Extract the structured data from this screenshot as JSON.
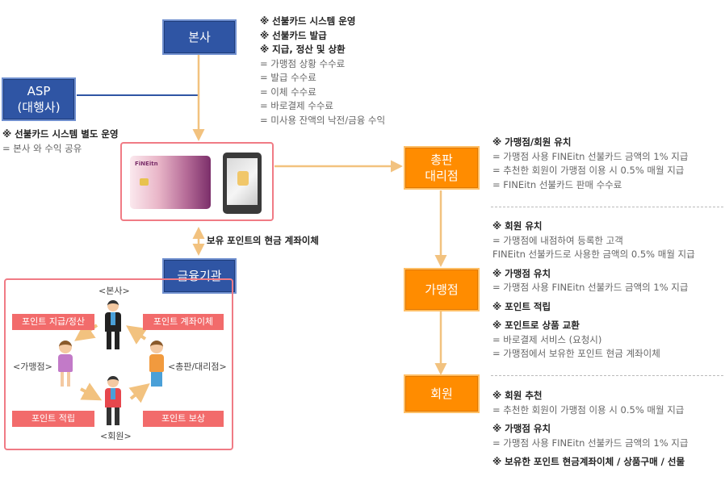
{
  "boxes": {
    "hq": "본사",
    "asp_line1": "ASP",
    "asp_line2": "(대행사)",
    "finance": "금융기관",
    "distributor_line1": "총판",
    "distributor_line2": "대리점",
    "merchant": "가맹점",
    "member": "회원"
  },
  "card": {
    "brand": "FiNEitn"
  },
  "hq_notes": [
    {
      "text": "※ 선불카드 시스템 운영",
      "bold": true
    },
    {
      "text": "※ 선불카드 발급",
      "bold": true
    },
    {
      "text": "※ 지급, 정산 및 상환",
      "bold": true
    },
    {
      "text": "= 가맹점 상황 수수료",
      "bold": false
    },
    {
      "text": "= 발급 수수료",
      "bold": false
    },
    {
      "text": "= 이체 수수료",
      "bold": false
    },
    {
      "text": "= 바로결제 수수료",
      "bold": false
    },
    {
      "text": "= 미사용 잔액의 낙전/금융 수익",
      "bold": false
    }
  ],
  "asp_notes": [
    {
      "text": "※ 선불카드 시스템  별도 운영",
      "bold": true
    },
    {
      "text": "= 본사 와 수익 공유",
      "bold": false
    }
  ],
  "transfer_label": "보유 포인트의 현금 계좌이체",
  "distributor_notes": [
    {
      "text": "※ 가맹점/회원 유치",
      "bold": true
    },
    {
      "text": "= 가맹점 사용 FINEitn 선불카드 금액의 1% 지급",
      "bold": false
    },
    {
      "text": "= 추천한 회원이 가맹점 이용 시 0.5% 매월 지급",
      "bold": false
    },
    {
      "text": "=  FINEitn 선불카드 판매 수수료",
      "bold": false
    }
  ],
  "merchant_notes": [
    {
      "text": "※ 회원 유치",
      "bold": true
    },
    {
      "text": "= 가맹점에 내점하여 등록한 고객",
      "bold": false
    },
    {
      "text": "   FINEitn 선불카드로 사용한 금액의 0.5% 매월 지급",
      "bold": false
    },
    {
      "text": "※ 가맹점 유치",
      "bold": true
    },
    {
      "text": "= 가맹점 사용 FINEitn 선불카드 금액의 1% 지급",
      "bold": false
    },
    {
      "text": "※ 포인트 적립",
      "bold": true
    },
    {
      "text": "※ 포인트로 상품 교환",
      "bold": true
    },
    {
      "text": "= 바로결제 서비스 (요청시)",
      "bold": false
    },
    {
      "text": "= 가맹점에서 보유한 포인트 현금 계좌이체",
      "bold": false
    }
  ],
  "member_notes": [
    {
      "text": "※ 회원 추천",
      "bold": true
    },
    {
      "text": "= 추천한 회원이 가맹점 이용 시 0.5% 매월 지급",
      "bold": false
    },
    {
      "text": "※ 가맹점 유치",
      "bold": true
    },
    {
      "text": "= 가맹점 사용 FINEitn 선불카드 금액의 1% 지급",
      "bold": false
    },
    {
      "text": "※ 보유한 포인트 현금계좌이체 / 상품구매 / 선물",
      "bold": true
    }
  ],
  "flow": {
    "labels": {
      "hq": "<본사>",
      "merchant": "<가맹점>",
      "distributor": "<총판/대리점>",
      "member": "<회원>"
    },
    "pills": {
      "pay_settle": "포인트 지급/정산",
      "transfer": "포인트 계좌이체",
      "accumulate": "포인트 적립",
      "reward": "포인트 보상"
    }
  },
  "colors": {
    "navy": "#2f55a4",
    "orange": "#ff8c00",
    "pink_border": "#f07b85",
    "arrow": "#f2c27f",
    "pill": "#f26b6b"
  }
}
